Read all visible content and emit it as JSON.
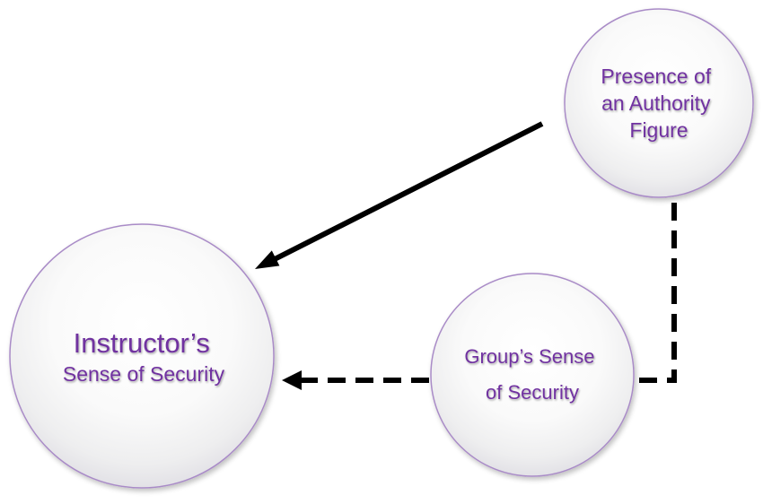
{
  "diagram": {
    "nodes": {
      "authority": {
        "line1": "Presence of",
        "line2": "an Authority",
        "line3": "Figure"
      },
      "group": {
        "line1": "Group’s Sense",
        "line2": "of Security"
      },
      "instructor": {
        "line1": "Instructor’s",
        "line2": "Sense of Security"
      }
    },
    "edges": [
      {
        "from": "authority",
        "to": "instructor",
        "style": "solid"
      },
      {
        "from": "authority",
        "to": "group",
        "style": "dashed"
      },
      {
        "from": "group",
        "to": "instructor",
        "style": "dashed"
      }
    ],
    "colors": {
      "text": "#7030a0",
      "circle_border": "#a98bc7",
      "arrow": "#000000"
    }
  }
}
